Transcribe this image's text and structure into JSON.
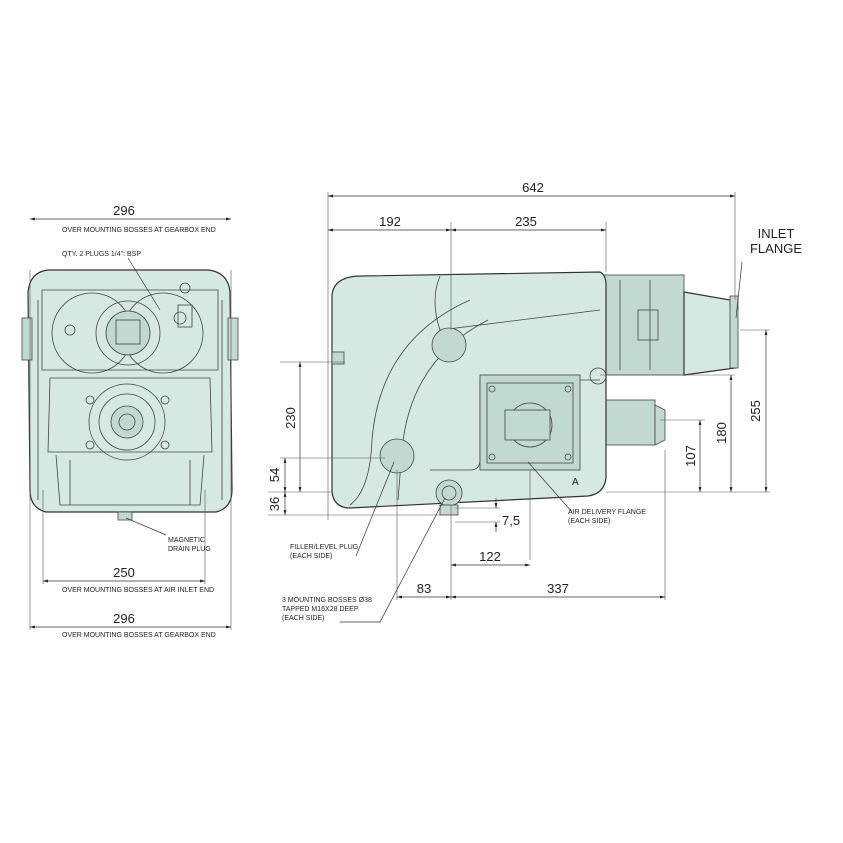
{
  "front_view": {
    "dim_top_width": "296",
    "note_top": "OVER MOUNTING BOSSES AT GEARBOX END",
    "note_plugs": "QTY. 2 PLUGS 1/4\": BSP",
    "note_magnetic": "MAGNETIC",
    "note_drain": "DRAIN PLUG",
    "dim_mid_width": "250",
    "note_mid": "OVER MOUNTING BOSSES AT AIR INLET END",
    "dim_bottom_width": "296",
    "note_bottom": "OVER MOUNTING BOSSES AT GEARBOX END"
  },
  "side_view": {
    "dim_overall_length": "642",
    "dim_192": "192",
    "dim_235": "235",
    "label_inlet_line1": "INLET",
    "label_inlet_line2": "FLANGE",
    "dim_255": "255",
    "dim_180": "180",
    "dim_107": "107",
    "dim_230": "230",
    "dim_54": "54",
    "dim_36": "36",
    "dim_7_5": "7,5",
    "dim_122": "122",
    "dim_83": "83",
    "dim_337": "337",
    "label_a": "A",
    "note_air_delivery_line1": "AIR DELIVERY FLANGE",
    "note_air_delivery_line2": "(EACH SIDE)",
    "note_filler_line1": "FILLER/LEVEL PLUG",
    "note_filler_line2": "(EACH SIDE)",
    "note_bosses_line1": "3 MOUNTING BOSSES Ø38",
    "note_bosses_line2": "TAPPED M16X28 DEEP",
    "note_bosses_line3": "(EACH SIDE)"
  },
  "colors": {
    "body": "#d5e8e2",
    "line": "#333333"
  }
}
